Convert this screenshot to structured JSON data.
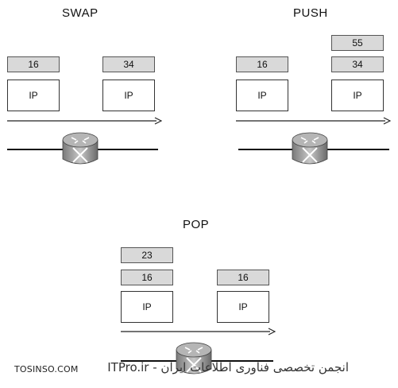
{
  "swap": {
    "title": "SWAP",
    "in_label": "16",
    "out_label": "34",
    "in_payload": "IP",
    "out_payload": "IP"
  },
  "push": {
    "title": "PUSH",
    "in_label": "16",
    "out_label_top": "55",
    "out_label_bottom": "34",
    "in_payload": "IP",
    "out_payload": "IP"
  },
  "pop": {
    "title": "POP",
    "in_label_top": "23",
    "in_label_bottom": "16",
    "out_label": "16",
    "in_payload": "IP",
    "out_payload": "IP"
  },
  "watermark": {
    "left": "TOSINSO.COM",
    "right": "انجمن تخصصی فناوری اطلاعات ایران - ITPro.ir"
  },
  "colors": {
    "label_fill": "#d9d9d9",
    "router_body": "#9a9a9a"
  },
  "icons": [
    "router-icon",
    "arrow-right-icon"
  ]
}
